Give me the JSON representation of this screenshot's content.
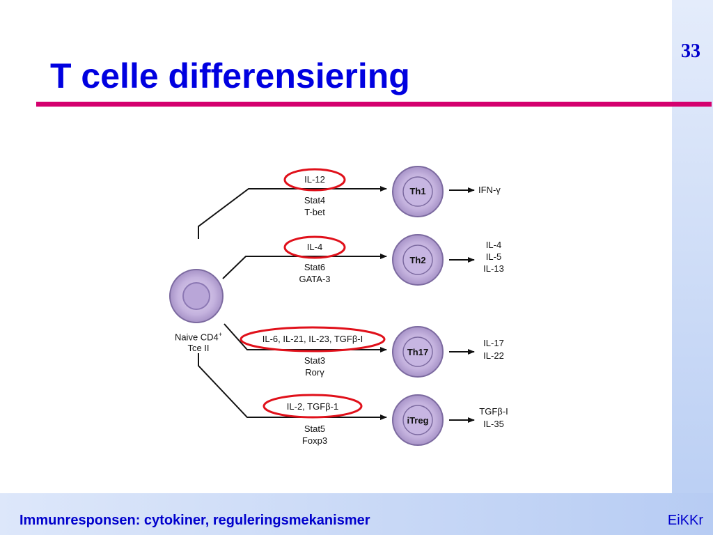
{
  "slide": {
    "number": "33",
    "title": "T celle differensiering",
    "footer_left": "Immunresponsen: cytokiner, reguleringsmekanismer",
    "footer_right": "EiKKr",
    "accent_color": "#d4006e",
    "title_color": "#0000e0"
  },
  "diagram": {
    "naive_cell": {
      "line1": "Naive CD4",
      "sup": "+",
      "line2": "Tce II"
    },
    "branches": [
      {
        "inducer": "IL-12",
        "tf1": "Stat4",
        "tf2": "T-bet",
        "cell": "Th1",
        "outputs": [
          "IFN-γ"
        ]
      },
      {
        "inducer": "IL-4",
        "tf1": "Stat6",
        "tf2": "GATA-3",
        "cell": "Th2",
        "outputs": [
          "IL-4",
          "IL-5",
          "IL-13"
        ]
      },
      {
        "inducer": "IL-6, IL-21, IL-23, TGFβ-I",
        "tf1": "Stat3",
        "tf2": "Rorγ",
        "cell": "Th17",
        "outputs": [
          "IL-17",
          "IL-22"
        ]
      },
      {
        "inducer": "IL-2, TGFβ-1",
        "tf1": "Stat5",
        "tf2": "Foxp3",
        "cell": "iTreg",
        "outputs": [
          "TGFβ-I",
          "IL-35"
        ]
      }
    ],
    "highlight_color": "#e0101a",
    "cell_fill": "#c8b8e0"
  }
}
